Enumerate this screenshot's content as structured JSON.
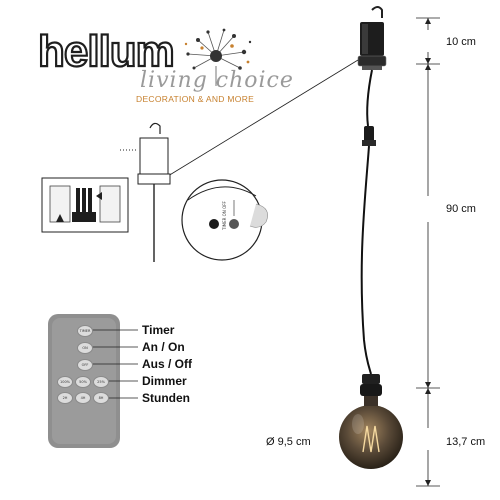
{
  "brand": {
    "name": "hellum",
    "script": "living choice",
    "tagline_left": "DECORATION",
    "tagline_right": "AND MORE"
  },
  "remote": {
    "buttons": [
      "TIMER",
      "ON",
      "OFF",
      "100%",
      "50%",
      "25%",
      "2H",
      "4H",
      "8H"
    ],
    "labels": [
      "Timer",
      "An / On",
      "Aus / Off",
      "Dimmer",
      "Stunden"
    ]
  },
  "dimensions": {
    "top": "10 cm",
    "cable": "90 cm",
    "bulb_height": "13,7 cm",
    "bulb_diameter": "Ø 9,5 cm"
  },
  "battery_box": {
    "switch_text": "TIMER ON OFF"
  },
  "colors": {
    "accent": "#c7812f",
    "remote_body": "#8f8f8f",
    "bulb_glass": "#5a4a38"
  }
}
